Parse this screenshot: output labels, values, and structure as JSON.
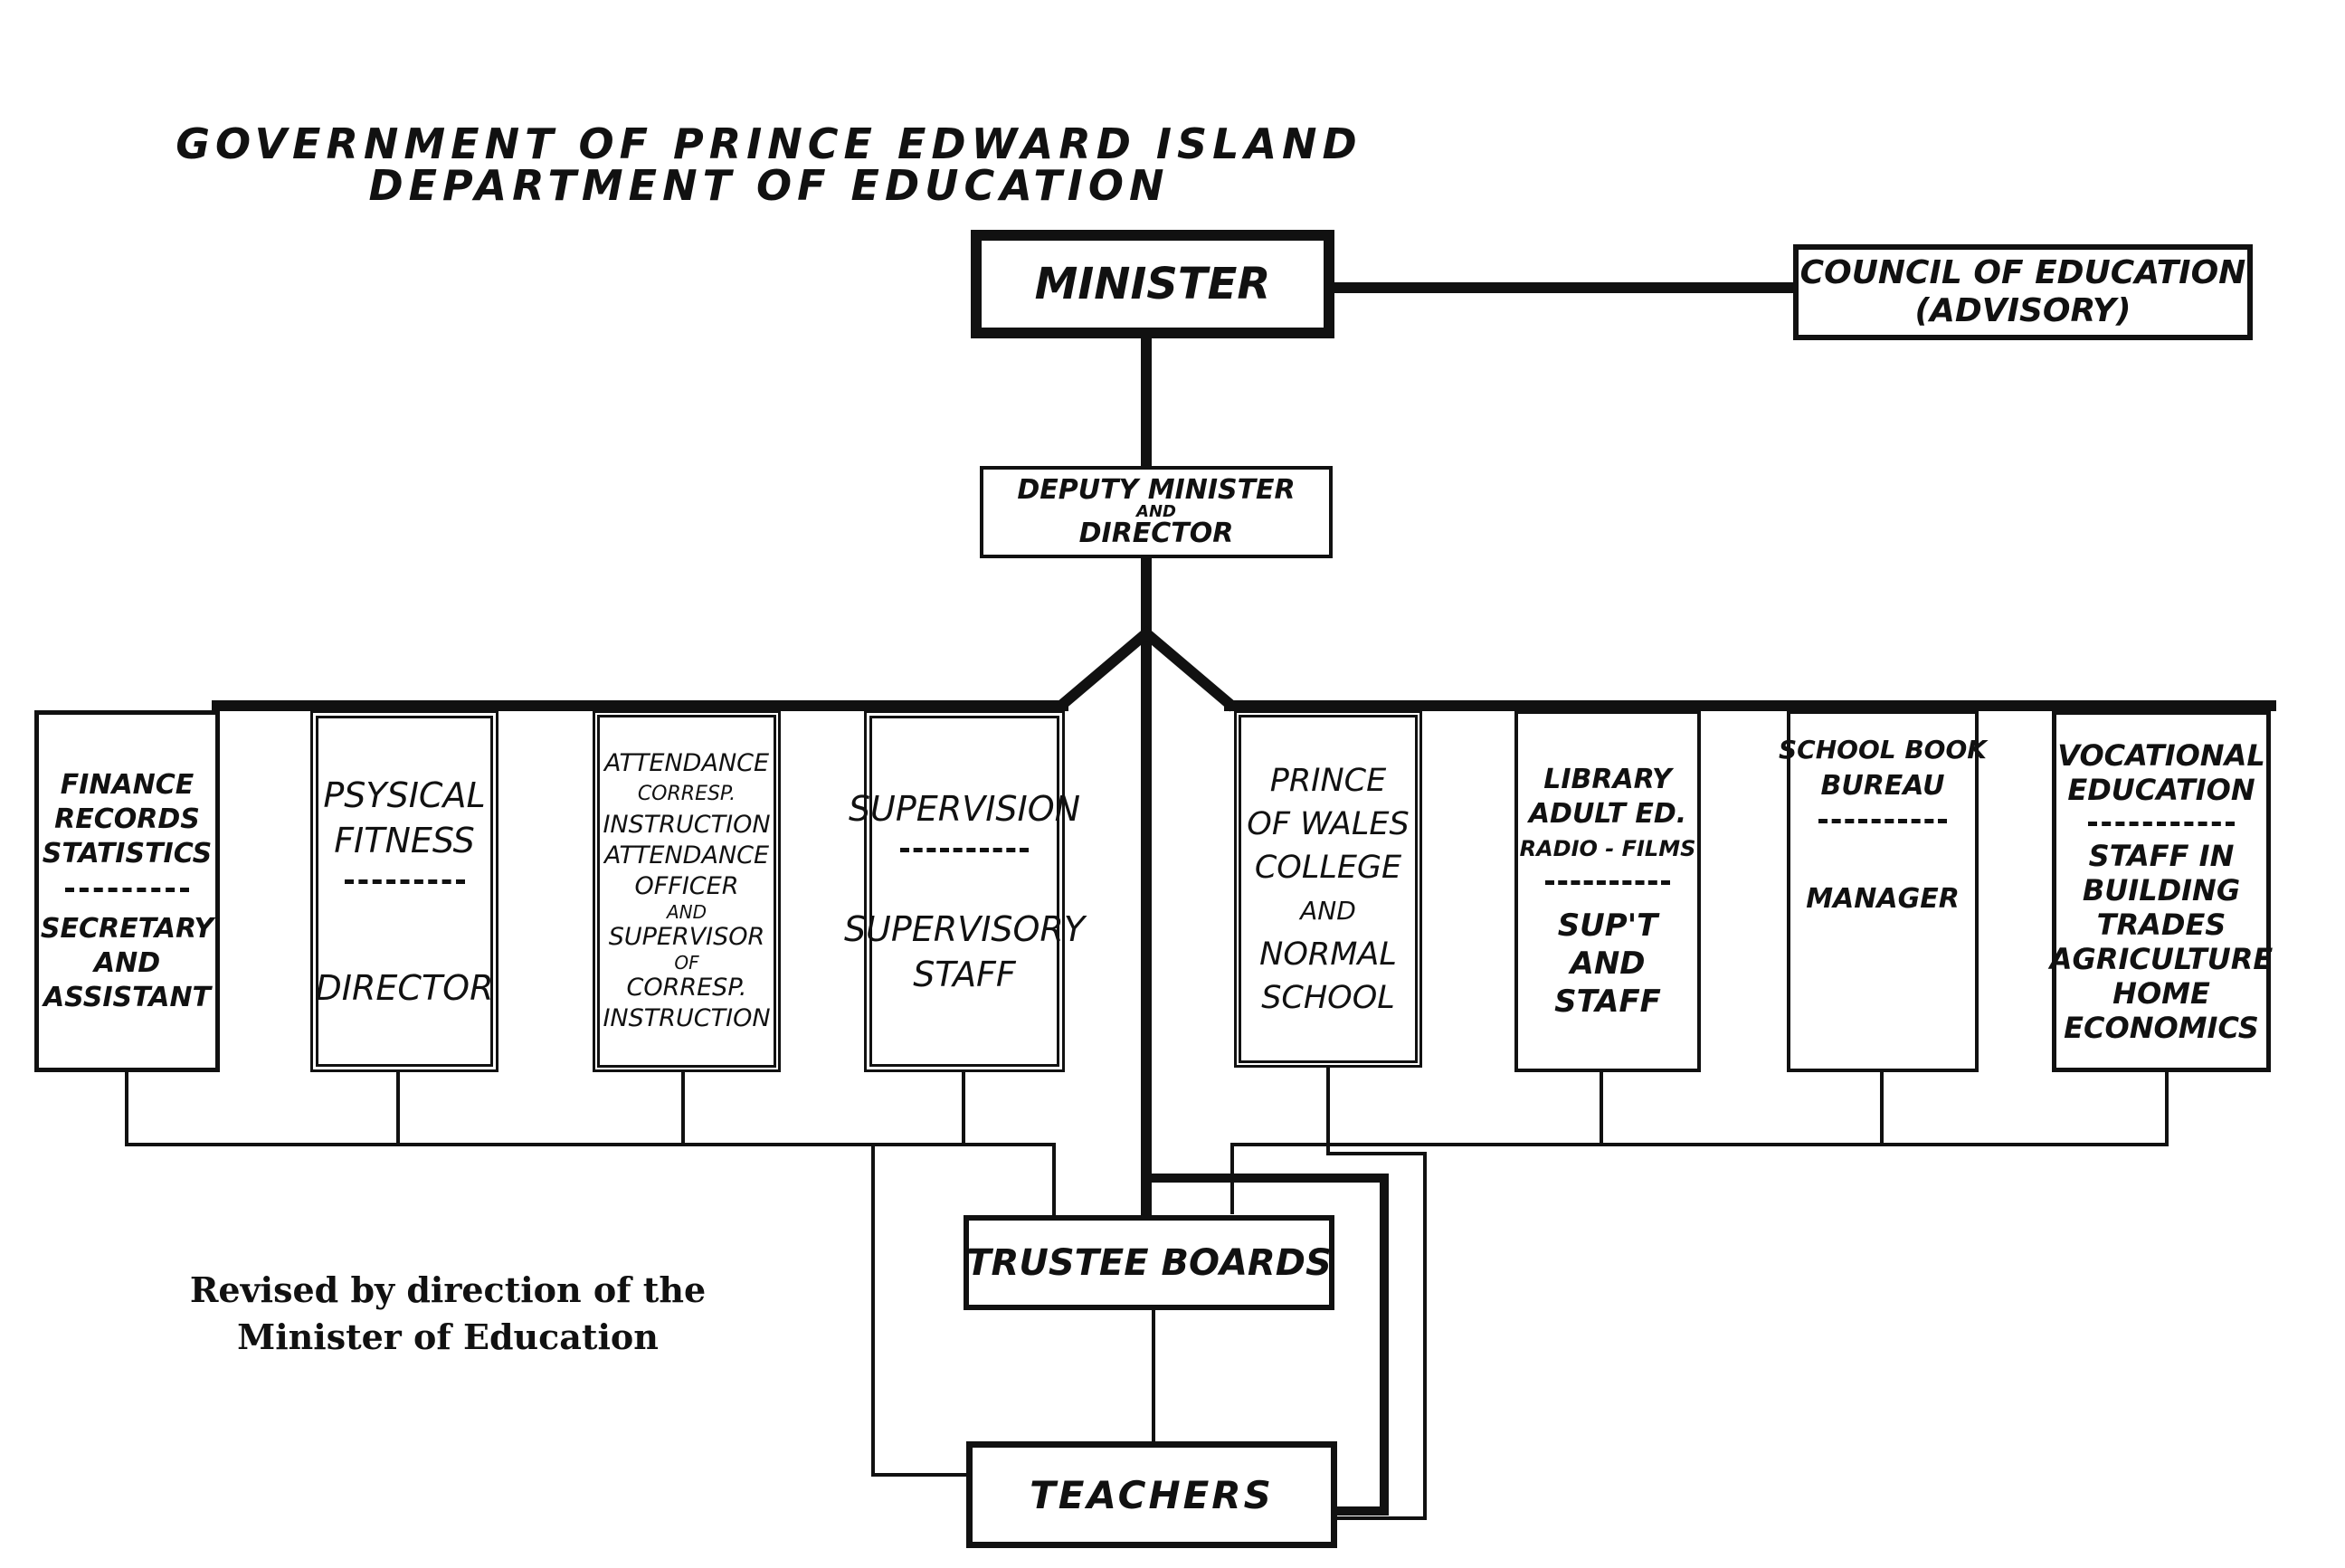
{
  "header": {
    "title_line1": "GOVERNMENT OF PRINCE EDWARD ISLAND",
    "title_line2": "DEPARTMENT OF EDUCATION"
  },
  "top": {
    "minister": "MINISTER",
    "council": [
      "COUNCIL OF EDUCATION",
      "(ADVISORY)"
    ],
    "deputy": [
      "DEPUTY MINISTER",
      "AND",
      "DIRECTOR"
    ]
  },
  "branches": [
    {
      "top": [
        "FINANCE",
        "RECORDS",
        "STATISTICS"
      ],
      "bottom": [
        "SECRETARY",
        "AND",
        "ASSISTANT"
      ]
    },
    {
      "top": [
        "PSYSICAL",
        "FITNESS"
      ],
      "bottom": [
        "DIRECTOR"
      ]
    },
    {
      "top": [
        "ATTENDANCE",
        "CORRESP.",
        "INSTRUCTION"
      ],
      "bottom": [
        "ATTENDANCE",
        "OFFICER",
        "AND",
        "SUPERVISOR",
        "OF",
        "CORRESP.",
        "INSTRUCTION"
      ]
    },
    {
      "top": [
        "SUPERVISION"
      ],
      "bottom": [
        "SUPERVISORY",
        "STAFF"
      ]
    },
    {
      "top": [
        "PRINCE",
        "OF WALES",
        "COLLEGE",
        "AND",
        "NORMAL",
        "SCHOOL"
      ],
      "bottom": []
    },
    {
      "top": [
        "LIBRARY",
        "ADULT ED.",
        "RADIO - FILMS"
      ],
      "bottom": [
        "SUP'T",
        "AND",
        "STAFF"
      ]
    },
    {
      "top": [
        "SCHOOL BOOK",
        "BUREAU"
      ],
      "bottom": [
        "MANAGER"
      ]
    },
    {
      "top": [
        "VOCATIONAL",
        "EDUCATION"
      ],
      "bottom": [
        "STAFF IN",
        "BUILDING",
        "TRADES",
        "AGRICULTURE",
        "HOME",
        "ECONOMICS"
      ]
    }
  ],
  "bottom": {
    "trustee": "TRUSTEE BOARDS",
    "teachers": "TEACHERS"
  },
  "note": [
    "Revised by direction of the",
    "Minister of Education"
  ]
}
